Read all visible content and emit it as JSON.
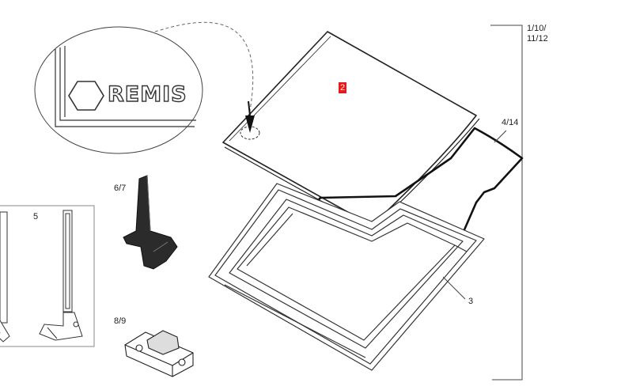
{
  "callouts": {
    "assembly": [
      "1/10/",
      "11/12"
    ],
    "seal": "4/14",
    "frame": "3",
    "panel": "2",
    "hinge": "5",
    "handle": "6/7",
    "catch": "8/9"
  },
  "logo": {
    "text": "REMIS"
  },
  "colors": {
    "stroke": "#333333",
    "highlight": "#e21b1b",
    "background": "#ffffff"
  }
}
